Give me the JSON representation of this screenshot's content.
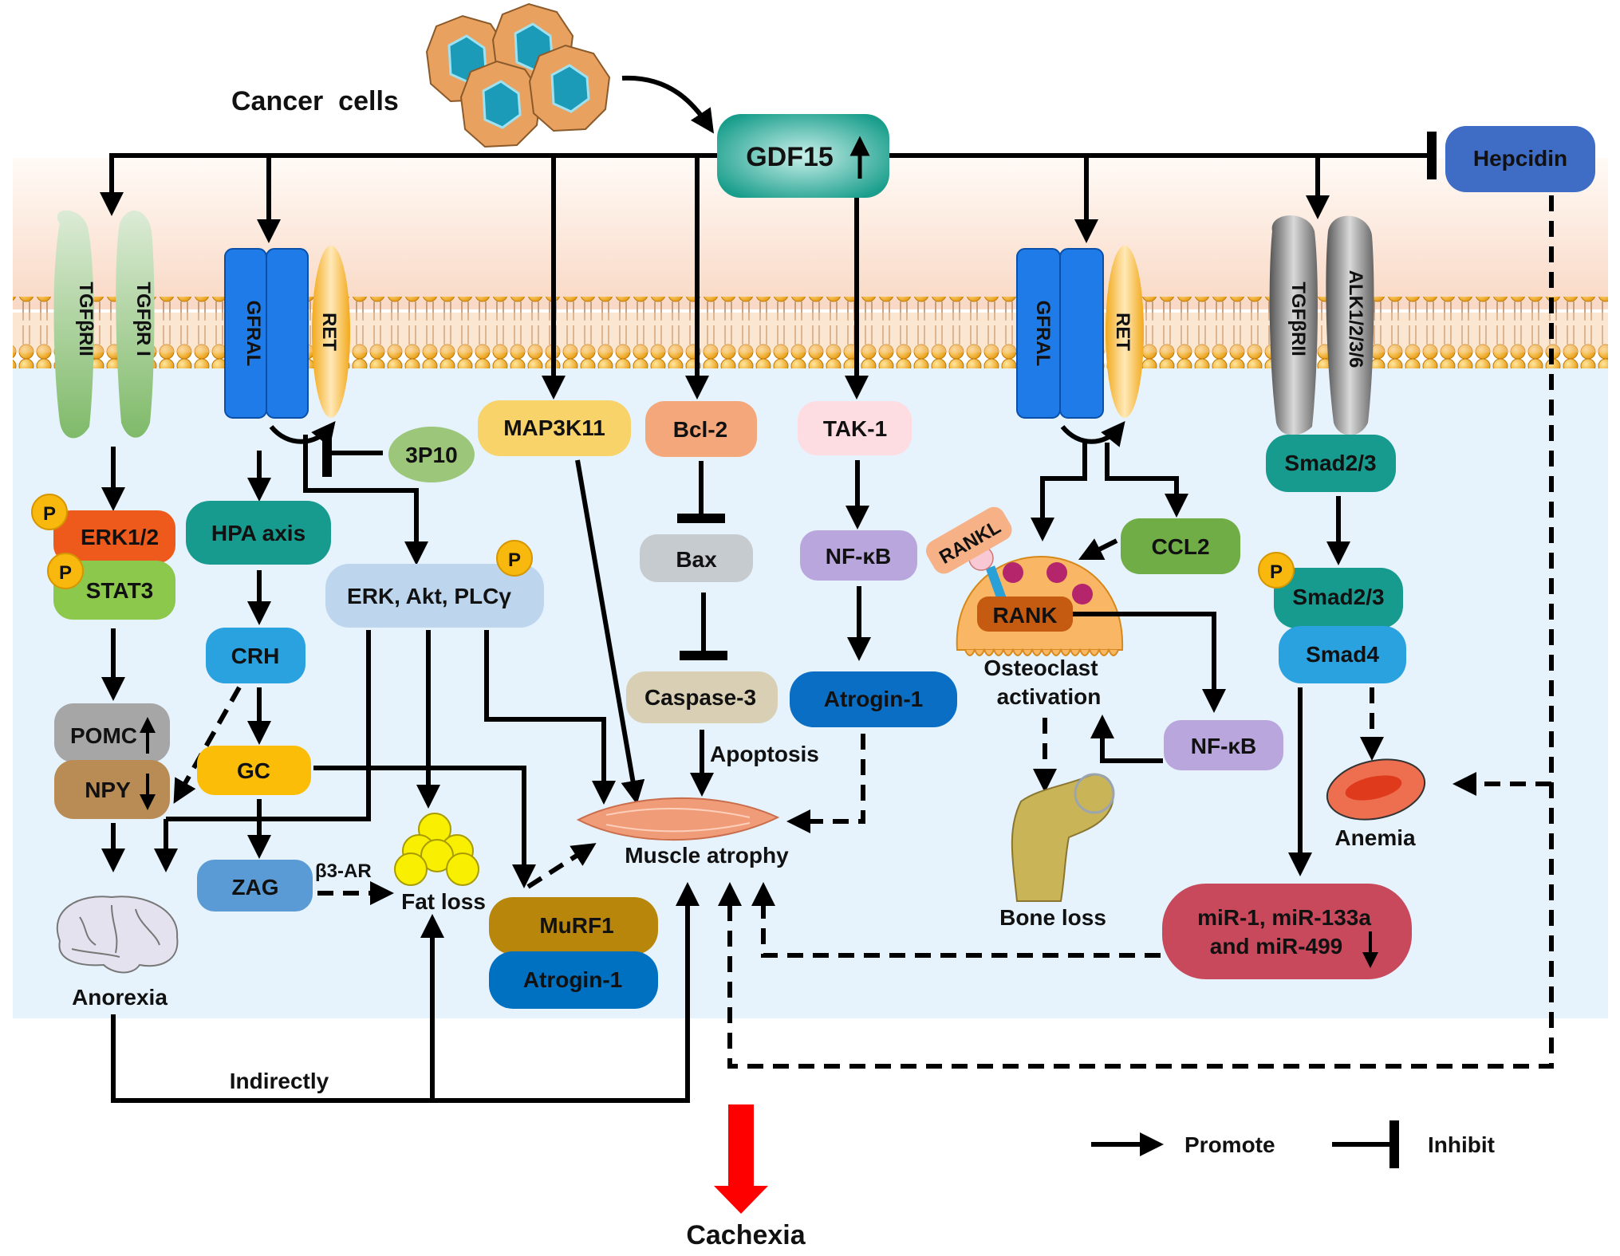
{
  "figure": {
    "title": "GDF15 signaling in cancer cachexia",
    "colors": {
      "extracellular": "#fbe3d4",
      "intracellular": "#e6f3fc",
      "membrane_head": "#f2a91c",
      "promote_arrow": "#000000",
      "cachexia_arrow": "#ff0000"
    }
  },
  "top": {
    "cancer_cells_label": "Cancer  cells",
    "gdf15_label": "GDF15",
    "gdf15_change": "up",
    "hepcidin_label": "Hepcidin"
  },
  "receptors": {
    "left_tgf_1": "TGFβRII",
    "left_tgf_2": "TGFβR I",
    "gfral_left": "GFRAL",
    "ret_left": "RET",
    "gfral_right": "GFRAL",
    "ret_right": "RET",
    "right_tgf": "TGFβRII",
    "right_alk": "ALK1/2/3/6"
  },
  "nodes": {
    "erk12": "ERK1/2",
    "stat3": "STAT3",
    "phospho": "P",
    "hpa_axis": "HPA axis",
    "p3p10": "3P10",
    "erk_akt_plcg": "ERK, Akt, PLCγ",
    "crh": "CRH",
    "pomc": "POMC",
    "npy": "NPY",
    "gc": "GC",
    "zag": "ZAG",
    "beta3ar": "β3-AR",
    "fat_loss": "Fat loss",
    "anorexia": "Anorexia",
    "map3k11": "MAP3K11",
    "bcl2": "Bcl-2",
    "bax": "Bax",
    "caspase3": "Caspase-3",
    "apoptosis": "Apoptosis",
    "tak1": "TAK-1",
    "nfkb_mid": "NF-κB",
    "atrogin_mid": "Atrogin-1",
    "murf1": "MuRF1",
    "atrogin_low": "Atrogin-1",
    "muscle_atrophy": "Muscle atrophy",
    "rankl": "RANKL",
    "rank": "RANK",
    "ccl2": "CCL2",
    "osteoclast_line1": "Osteoclast",
    "osteoclast_line2": "activation",
    "nfkb_right": "NF-κB",
    "bone_loss": "Bone loss",
    "smad23_top": "Smad2/3",
    "smad23_p": "Smad2/3",
    "smad4": "Smad4",
    "anemia": "Anemia",
    "mir_line1": "miR-1, miR-133a",
    "mir_line2": "and miR-499",
    "indirectly": "Indirectly",
    "cachexia": "Cachexia"
  },
  "legend": {
    "promote": "Promote",
    "inhibit": "Inhibit"
  }
}
